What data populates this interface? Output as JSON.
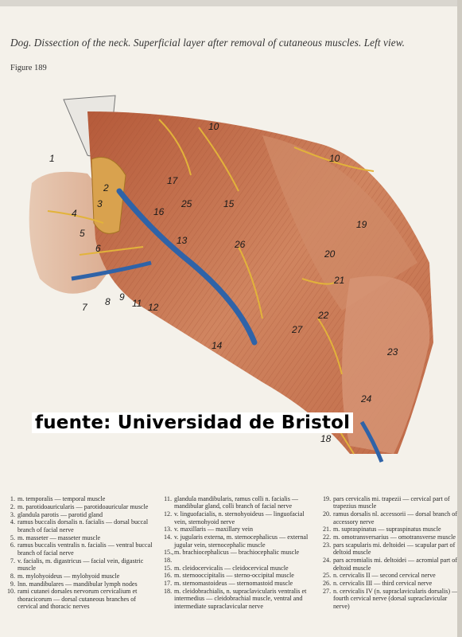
{
  "page": {
    "title": "Dog. Dissection of the neck. Superficial layer after removal of cutaneous muscles. Left view.",
    "figure_label": "Figure 189",
    "watermark": "fuente: Universidad de Bristol"
  },
  "plate": {
    "labels": [
      "1",
      "2",
      "3",
      "4",
      "5",
      "6",
      "7",
      "8",
      "9",
      "10",
      "10",
      "11",
      "12",
      "13",
      "14",
      "15",
      "16",
      "17",
      "18",
      "19",
      "20",
      "21",
      "22",
      "23",
      "24",
      "25",
      "26",
      "27"
    ],
    "colors": {
      "muscle": "#c7714a",
      "vein": "#2f63a8",
      "nerve": "#e2b33a",
      "gland": "#d9a24e"
    }
  },
  "legend": {
    "col1": [
      {
        "n": "1.",
        "text": "m. temporalis — temporal muscle"
      },
      {
        "n": "2.",
        "text": "m. parotidoauricularis — parotidoauricular muscle"
      },
      {
        "n": "3.",
        "text": "glandula parotis — parotid gland"
      },
      {
        "n": "4.",
        "text": "ramus buccalis dorsalis n. facialis — dorsal buccal branch of facial nerve"
      },
      {
        "n": "5.",
        "text": "m. masseter — masseter muscle"
      },
      {
        "n": "6.",
        "text": "ramus buccalis ventralis n. facialis — ventral buccal branch of facial nerve"
      },
      {
        "n": "7.",
        "text": "v. facialis, m. digastricus — facial vein, digastric muscle"
      },
      {
        "n": "8.",
        "text": "m. mylohyoideus — mylohyoid muscle"
      },
      {
        "n": "9.",
        "text": "lnn. mandibulares — mandibular lymph nodes"
      },
      {
        "n": "10.",
        "text": "rami cutanei dorsales nervorum cervicalium et thoracicorum — dorsal cutaneous branches of cervical and thoracic nerves"
      }
    ],
    "col2": [
      {
        "n": "11.",
        "text": "glandula mandibularis, ramus colli n. facialis — mandibular gland, colli branch of facial nerve"
      },
      {
        "n": "12.",
        "text": "v. linguofacialis, n. sternohyoideus — linguofacial vein, sternohyoid nerve"
      },
      {
        "n": "13.",
        "text": "v. maxillaris — maxillary vein"
      },
      {
        "n": "14.",
        "text": "v. jugularis externa, m. sternocephalicus — external jugular vein, sternocephalic muscle"
      },
      {
        "n": "15., 18.",
        "text": "m. brachiocephalicus — brachiocephalic muscle"
      },
      {
        "n": "15.",
        "text": "m. cleidocervicalis — cleidocervical muscle"
      },
      {
        "n": "16.",
        "text": "m. sternooccipitalis — sterno-occipital muscle"
      },
      {
        "n": "17.",
        "text": "m. sternomastoideus — sternomastoid muscle"
      },
      {
        "n": "18.",
        "text": "m. cleidobrachialis, n. supraclavicularis ventralis et intermedius — cleidobrachial muscle, ventral and intermediate supraclavicular nerve"
      }
    ],
    "col3": [
      {
        "n": "19.",
        "text": "pars cervicalis mi. trapezii — cervical part of trapezius muscle"
      },
      {
        "n": "20.",
        "text": "ramus dorsalis nl. accessorii — dorsal branch of accessory nerve"
      },
      {
        "n": "21.",
        "text": "m. supraspinatus — supraspinatus muscle"
      },
      {
        "n": "22.",
        "text": "m. omotransversarius — omotransverse muscle"
      },
      {
        "n": "23.",
        "text": "pars scapularis mi. deltoidei — scapular part of deltoid muscle"
      },
      {
        "n": "24.",
        "text": "pars acromialis mi. deltoidei — acromial part of deltoid muscle"
      },
      {
        "n": "25.",
        "text": "n. cervicalis II — second cervical nerve"
      },
      {
        "n": "26.",
        "text": "n. cervicalis III — third cervical nerve"
      },
      {
        "n": "27.",
        "text": "n. cervicalis IV (n. supraclavicularis dorsalis) — fourth cervical nerve (dorsal supraclavicular nerve)"
      }
    ]
  }
}
